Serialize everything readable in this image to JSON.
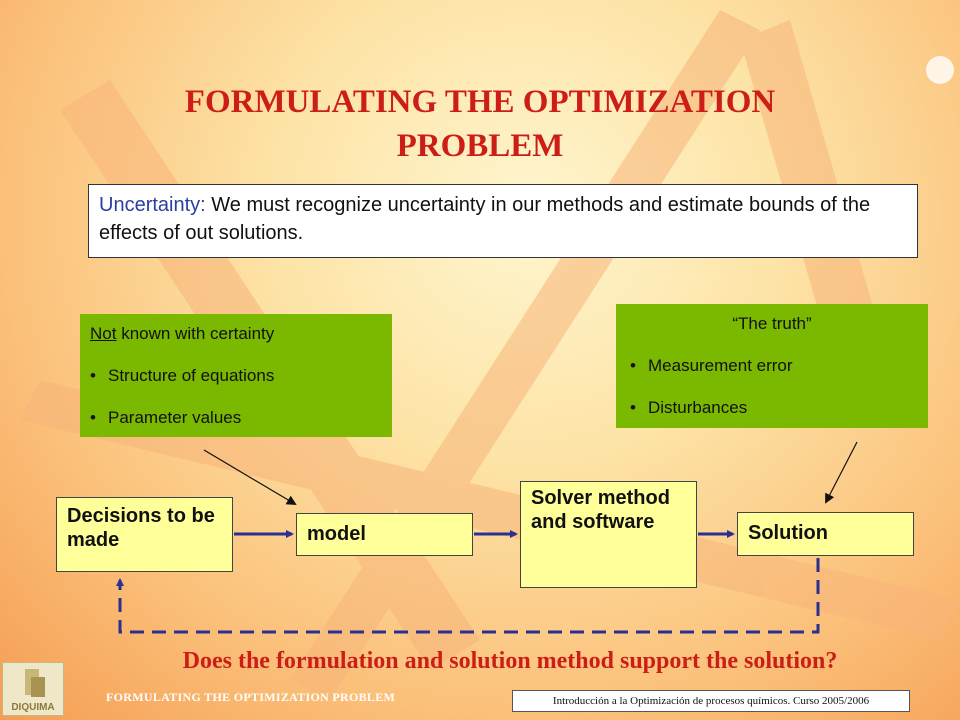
{
  "slide": {
    "title": "FORMULATING THE OPTIMIZATION PROBLEM",
    "uncertainty": {
      "lead": "Uncertainty:",
      "text": " We must recognize uncertainty in our methods and estimate bounds of the effects of out solutions."
    },
    "model_uncertainty": {
      "heading": "Not",
      "heading_rest": " known with certainty",
      "items": [
        "Structure of equations",
        "Parameter values"
      ]
    },
    "truth": {
      "heading": "“The truth”",
      "items": [
        "Measurement error",
        "Disturbances"
      ]
    },
    "flow": {
      "decisions": "Decisions to be made",
      "model": "model",
      "solver": "Solver method and software",
      "solution": "Solution"
    },
    "question": "Does the formulation and solution method support the solution?",
    "footer_left": "FORMULATING THE OPTIMIZATION PROBLEM",
    "footer_right": "Introducción a la Optimización de procesos químicos. Curso 2005/2006",
    "logo_text": "DIQUIMA"
  },
  "colors": {
    "title": "#cc1e17",
    "green_box": "#7bb800",
    "flow_box": "#ffff99",
    "arrow": "#2b2f8f"
  }
}
